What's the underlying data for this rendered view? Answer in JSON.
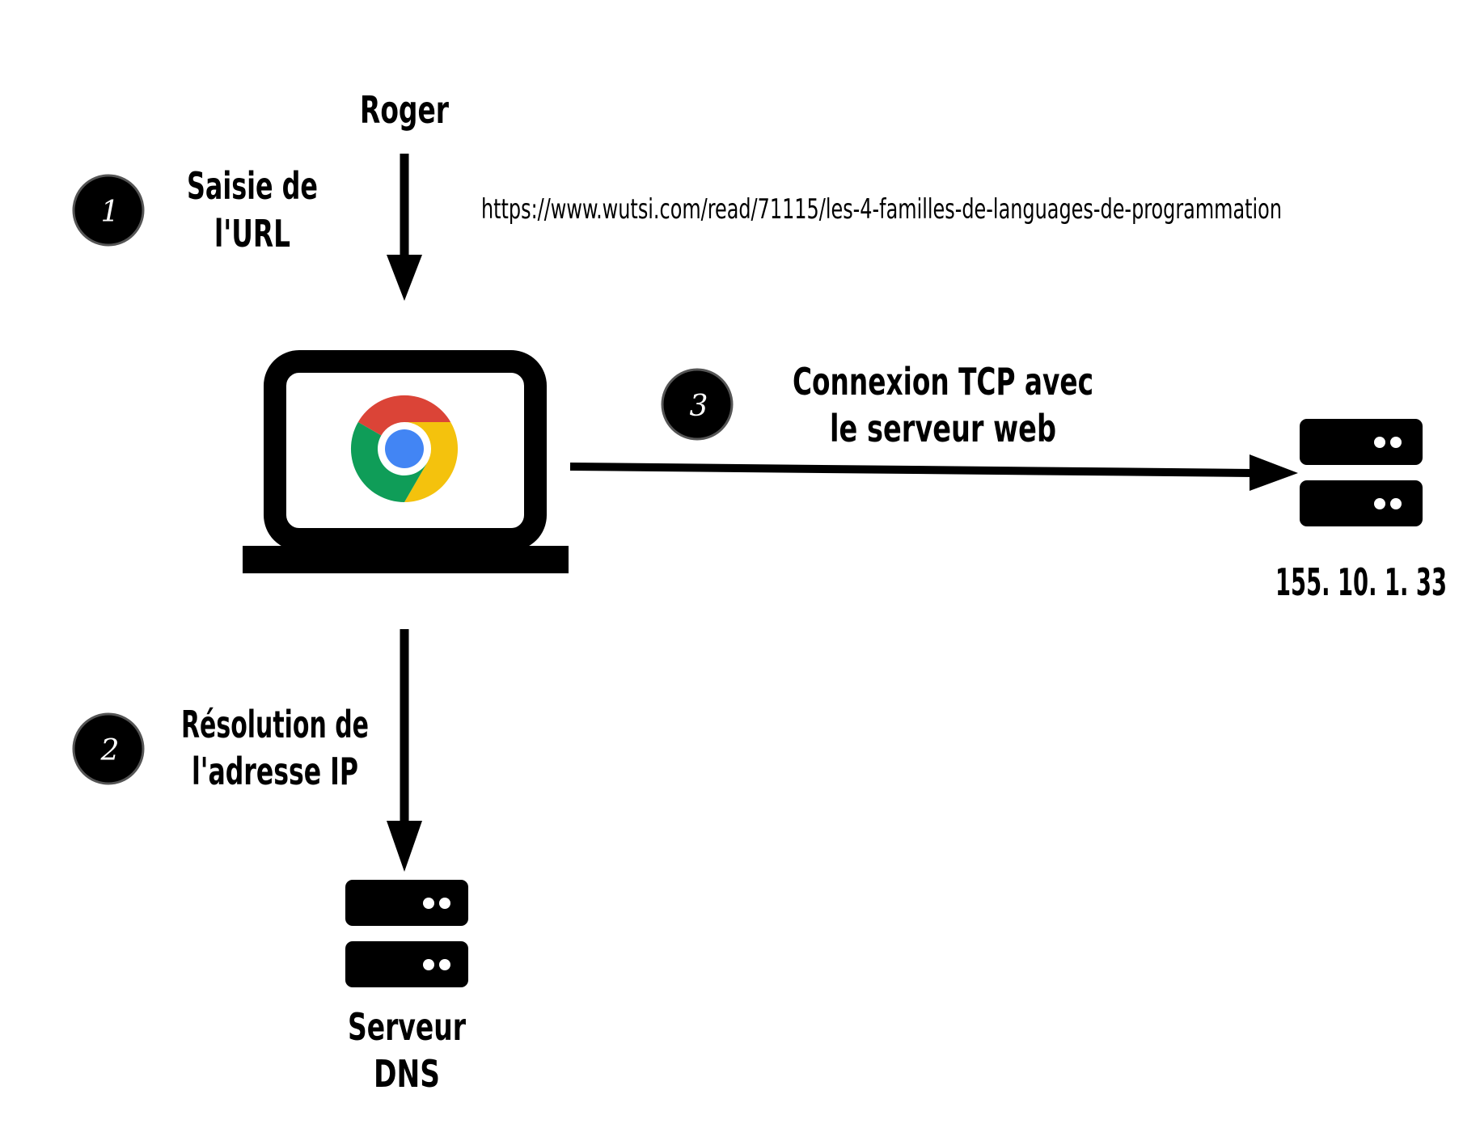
{
  "user": {
    "name": "Roger"
  },
  "url": "https://www.wutsi.com/read/71115/les-4-familles-de-languages-de-programmation",
  "steps": [
    {
      "number": "1",
      "line1": "Saisie de",
      "line2": "l'URL"
    },
    {
      "number": "2",
      "line1": "Résolution de",
      "line2": "l'adresse IP"
    },
    {
      "number": "3",
      "line1": "Connexion TCP avec",
      "line2": "le serveur web"
    }
  ],
  "web_server": {
    "ip": "155. 10. 1. 33"
  },
  "dns_server": {
    "line1": "Serveur",
    "line2": "DNS"
  },
  "icons": {
    "laptop": "laptop-icon",
    "browser": "chrome-icon",
    "server": "server-icon"
  },
  "colors": {
    "ink": "#000000",
    "chrome_red": "#DB4437",
    "chrome_yellow": "#F4C20D",
    "chrome_green": "#0F9D58",
    "chrome_blue": "#4285F4"
  }
}
